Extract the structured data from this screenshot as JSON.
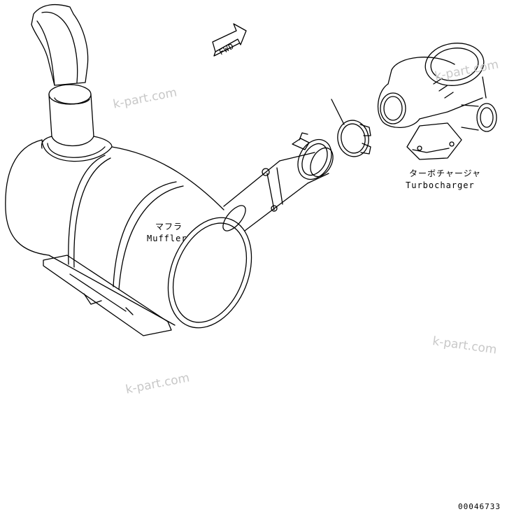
{
  "parts": {
    "muffler": {
      "jp": "マフラ",
      "en": "Muffler"
    },
    "turbocharger": {
      "jp": "ターボチャージャ",
      "en": "Turbocharger"
    }
  },
  "fwd_label": "FWD",
  "watermark": "k-part.com",
  "drawing_number": "00046733",
  "colors": {
    "line": "#000000",
    "watermark": "#c8c8c8",
    "background": "#ffffff"
  }
}
